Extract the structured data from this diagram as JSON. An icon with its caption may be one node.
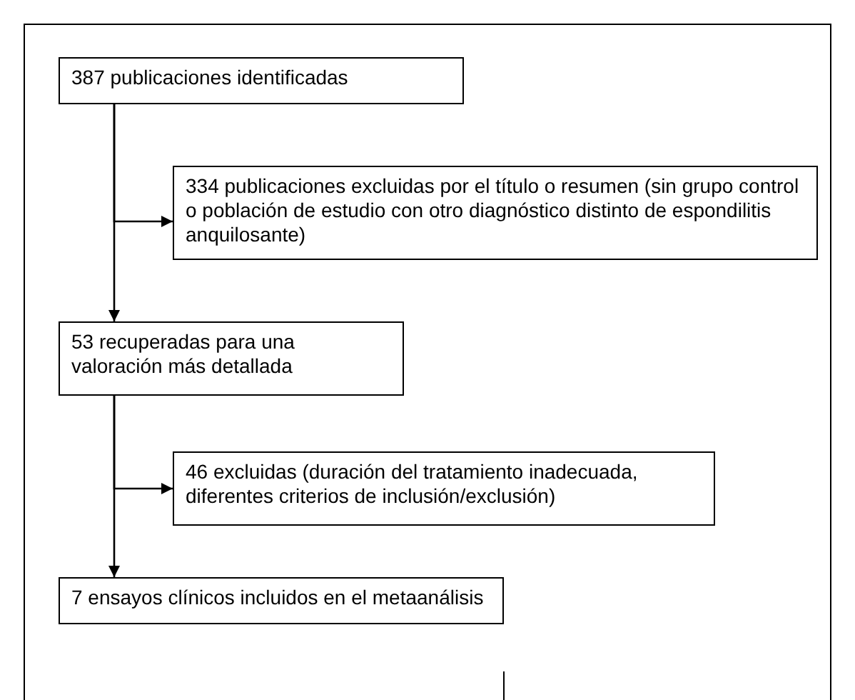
{
  "diagram": {
    "nodes": [
      {
        "text": [
          "387 publicaciones identificadas"
        ]
      },
      {
        "text": [
          "334 publicaciones excluidas por el título o resumen (sin grupo control o población de estudio con otro diagnóstico distinto de espondilitis anquilosante)"
        ]
      },
      {
        "text": [
          "53 recuperadas para una valoración más detallada"
        ]
      },
      {
        "text": [
          "46 excluidas (duración del tratamiento inadecuada, diferentes criterios de inclusión/exclusión)"
        ]
      },
      {
        "text": [
          "7 ensayos clínicos incluidos en el metaanálisis"
        ]
      }
    ],
    "edges": [
      {
        "from": 0,
        "to": 2,
        "arrow": "to"
      },
      {
        "from": 0,
        "to": 1,
        "arrow": "to"
      },
      {
        "from": 2,
        "to": 4,
        "arrow": "to"
      },
      {
        "from": 2,
        "to": 3,
        "arrow": "to"
      }
    ]
  }
}
